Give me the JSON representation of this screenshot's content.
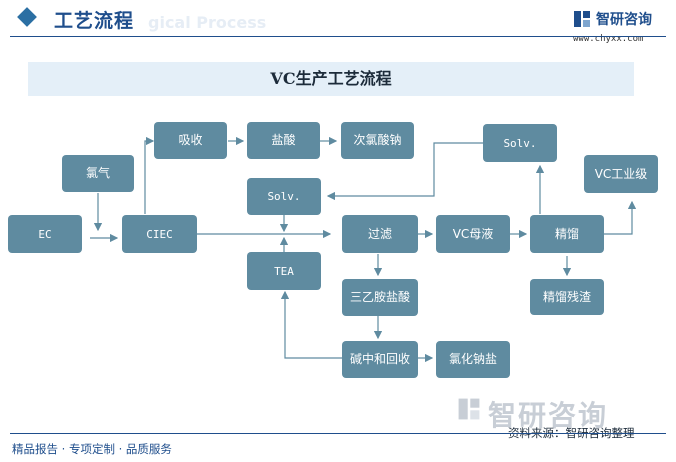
{
  "header": {
    "title": "工艺流程",
    "subtitle_watermark": "gical Process",
    "brand": "智研咨询",
    "url": "www.chyxx.com"
  },
  "banner": {
    "title": "VC生产工艺流程"
  },
  "nodes": {
    "ec": "EC",
    "chlorine": "氯气",
    "ciec": "CIEC",
    "absorb": "吸收",
    "hcl": "盐酸",
    "hypochlorite": "次氯酸钠",
    "solv_left": "Solv.",
    "tea": "TEA",
    "filter": "过滤",
    "vc_mother": "VC母液",
    "rectify": "精馏",
    "solv_right": "Solv.",
    "vc_industrial": "VC工业级",
    "residue": "精馏残渣",
    "tea_hcl": "三乙胺盐酸",
    "neutralize": "碱中和回收",
    "nacl": "氯化钠盐"
  },
  "watermark": {
    "brand": "智研咨询"
  },
  "footer": {
    "left": "精品报告 · 专项定制 · 品质服务",
    "source": "资料来源：智研咨询整理"
  },
  "colors": {
    "node": "#5f8ba0",
    "arrow": "#5f8ba0",
    "brand": "#1f4e8c",
    "banner": "#e4eff8"
  }
}
